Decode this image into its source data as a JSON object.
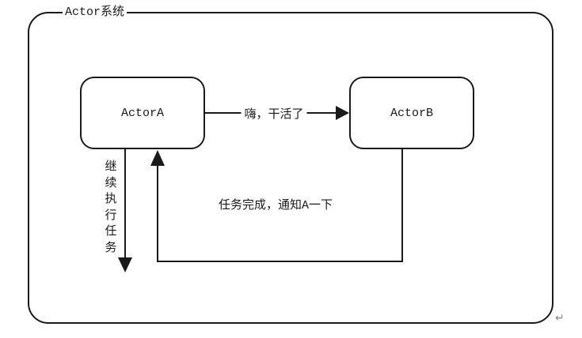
{
  "frame": {
    "title": "Actor系统"
  },
  "nodes": {
    "actor_a": {
      "label": "ActorA"
    },
    "actor_b": {
      "label": "ActorB"
    }
  },
  "edges": {
    "a_to_b": {
      "label": "嗨，干活了"
    },
    "b_to_a": {
      "label": "任务完成，通知A一下"
    },
    "a_self": {
      "label": "继\n续\n执\n行\n任\n务"
    }
  },
  "artifacts": {
    "paragraph_mark": "↵"
  },
  "colors": {
    "line": "#1a1a1a",
    "background": "#ffffff",
    "paragraph_mark": "#8a8a8a"
  }
}
